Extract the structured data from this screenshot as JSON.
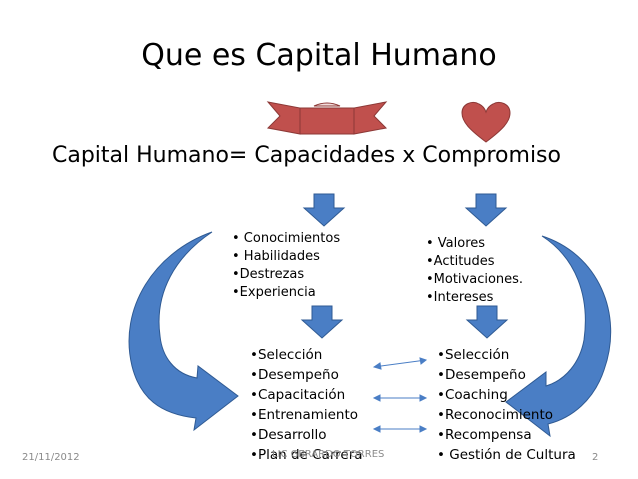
{
  "slide": {
    "title": "Que es Capital Humano",
    "subtitle": "Capital Humano= Capacidades x Compromiso",
    "capacidades": [
      "• Conocimientos",
      "• Habilidades",
      "•Destrezas",
      "•Experiencia"
    ],
    "compromiso": [
      "• Valores",
      "•Actitudes",
      "•Motivaciones.",
      "•Intereses"
    ],
    "procesos_capacidades": [
      "•Selección",
      "•Desempeño",
      "•Capacitación",
      "•Entrenamiento",
      "•Desarrollo",
      "•Plan de Carrera"
    ],
    "procesos_compromiso": [
      "•Selección",
      "•Desempeño",
      "•Coaching",
      "•Reconocimiento",
      "•Recompensa",
      "• Gestión de Cultura"
    ]
  },
  "footer": {
    "date": "21/11/2012",
    "author": "LIC GERARDO TORRES",
    "page": "2"
  },
  "icons": [
    "banner-icon",
    "heart-icon"
  ],
  "colors": {
    "arrow_fill": "#4a7ec5",
    "arrow_stroke": "#2f5a93",
    "banner_fill": "#c0504d",
    "heart_fill": "#c0504d",
    "connector": "#4a7ec5"
  }
}
